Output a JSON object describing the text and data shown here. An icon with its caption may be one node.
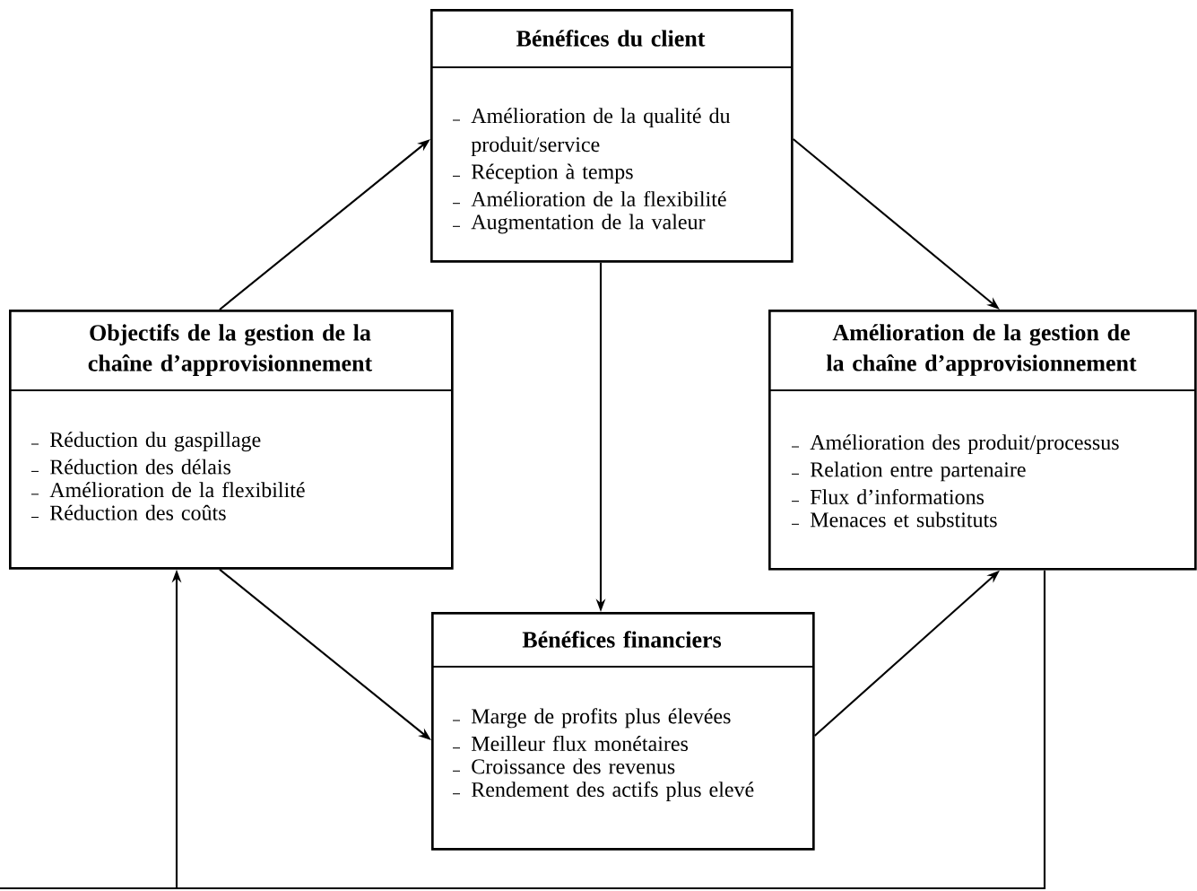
{
  "diagram": {
    "nodes": [
      {
        "text": [
          "Bénéfices du client",
          "Amélioration de la qualité du produit/service",
          "Réception à temps",
          "Amélioration de la flexibilité",
          "Augmentation de la valeur"
        ]
      },
      {
        "text": [
          "Objectifs de la gestion de la chaîne d’approvisionnement",
          "Réduction du gaspillage",
          "Réduction des délais",
          "Amélioration de la flexibilité",
          "Réduction des coûts"
        ]
      },
      {
        "text": [
          "Amélioration de la gestion de la chaîne d’approvisionnement",
          "Amélioration des produit/processus",
          "Relation entre partenaire",
          "Flux d’informations",
          "Menaces et substituts"
        ]
      },
      {
        "text": [
          "Bénéfices financiers",
          "Marge de profits plus élevées",
          "Meilleur flux monétaires",
          "Croissance des revenus",
          "Rendement des actifs plus elevé"
        ]
      }
    ],
    "edges": [
      {
        "from": 1,
        "to": 0,
        "arrow": "to"
      },
      {
        "from": 0,
        "to": 2,
        "arrow": "to"
      },
      {
        "from": 0,
        "to": 3,
        "arrow": "to"
      },
      {
        "from": 1,
        "to": 3,
        "arrow": "to"
      },
      {
        "from": 3,
        "to": 2,
        "arrow": "to"
      },
      {
        "from": 2,
        "to": 1,
        "arrow": "to"
      }
    ]
  }
}
